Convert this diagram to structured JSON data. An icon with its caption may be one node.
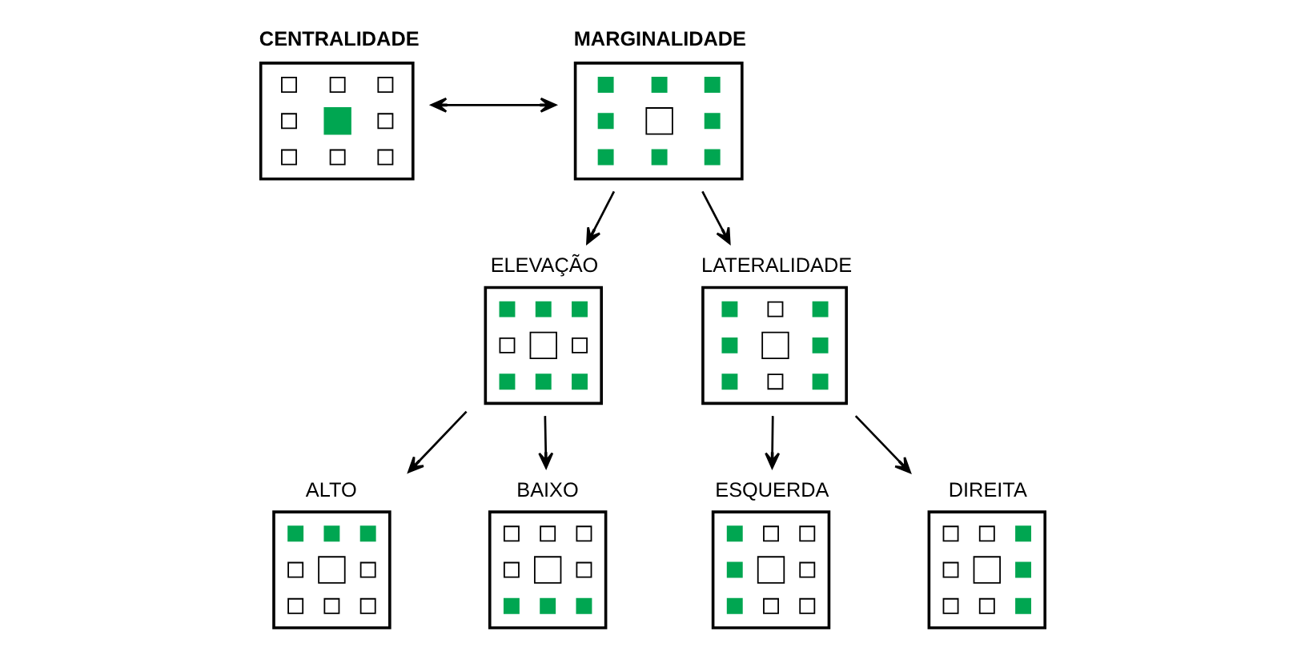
{
  "diagram": {
    "nodes": [
      {
        "text": [
          "CENTRALIDADE"
        ]
      },
      {
        "text": [
          "MARGINALIDADE"
        ]
      },
      {
        "text": [
          "ELEVAÇÃO"
        ]
      },
      {
        "text": [
          "LATERALIDADE"
        ]
      },
      {
        "text": [
          "ALTO"
        ]
      },
      {
        "text": [
          "BAIXO"
        ]
      },
      {
        "text": [
          "ESQUERDA"
        ]
      },
      {
        "text": [
          "DIREITA"
        ]
      }
    ],
    "edges": [
      {
        "from": 0,
        "to": 1,
        "arrow": "both"
      },
      {
        "from": 1,
        "to": 2,
        "arrow": "to"
      },
      {
        "from": 1,
        "to": 3,
        "arrow": "to"
      },
      {
        "from": 2,
        "to": 4,
        "arrow": "to"
      },
      {
        "from": 2,
        "to": 5,
        "arrow": "to"
      },
      {
        "from": 3,
        "to": 6,
        "arrow": "to"
      },
      {
        "from": 3,
        "to": 7,
        "arrow": "to"
      }
    ]
  }
}
